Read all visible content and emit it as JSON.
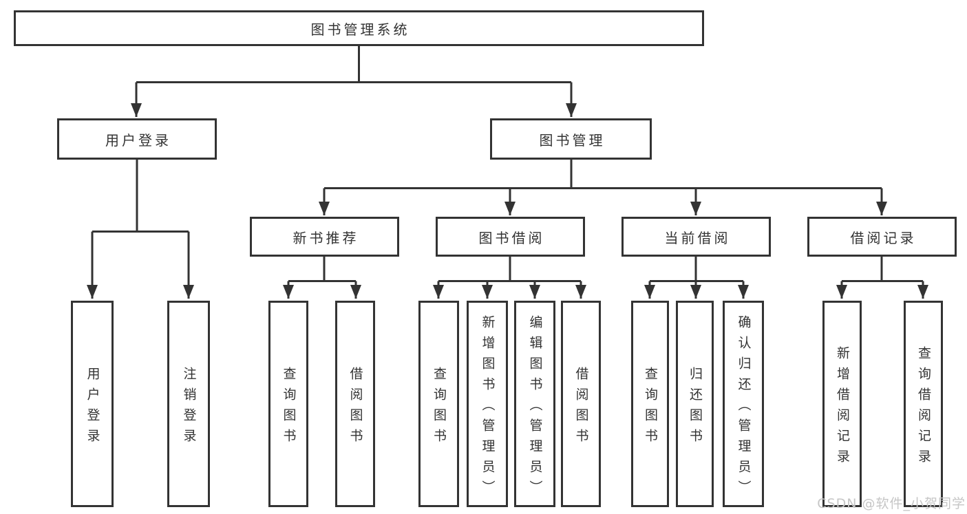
{
  "diagram": {
    "root": {
      "label": "图书管理系统"
    },
    "branches": [
      {
        "label": "用户登录",
        "children": [
          {
            "label": "用户登录"
          },
          {
            "label": "注销登录"
          }
        ]
      },
      {
        "label": "图书管理",
        "children": [
          {
            "label": "新书推荐",
            "children": [
              {
                "label": "查询图书"
              },
              {
                "label": "借阅图书"
              }
            ]
          },
          {
            "label": "图书借阅",
            "children": [
              {
                "label": "查询图书"
              },
              {
                "label": "新增图书（管理员）"
              },
              {
                "label": "编辑图书（管理员）"
              },
              {
                "label": "借阅图书"
              }
            ]
          },
          {
            "label": "当前借阅",
            "children": [
              {
                "label": "查询图书"
              },
              {
                "label": "归还图书"
              },
              {
                "label": "确认归还（管理员）"
              }
            ]
          },
          {
            "label": "借阅记录",
            "children": [
              {
                "label": "新增借阅记录"
              },
              {
                "label": "查询借阅记录"
              }
            ]
          }
        ]
      }
    ]
  },
  "watermark": {
    "text": "CSDN @软件_小贺同学"
  },
  "colors": {
    "line": "#333333",
    "box_border": "#333333",
    "box_background": "#ffffff",
    "text": "#333333",
    "watermark": "#c6c6c6",
    "background": "#ffffff"
  }
}
